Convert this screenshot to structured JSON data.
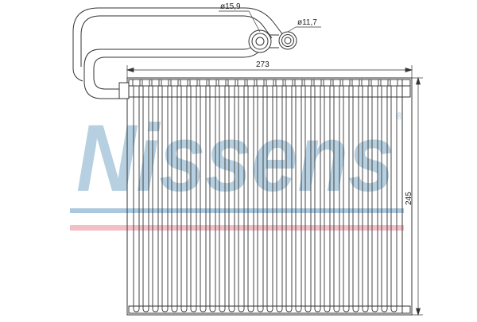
{
  "watermark": {
    "text": "Nissens",
    "registered_mark": "®",
    "color": "#aac8dc",
    "stripe_blue": "#9cc0da",
    "stripe_red": "#f2b3bd"
  },
  "dimensions": {
    "pipe_large": "ø15,9",
    "pipe_small": "ø11,7",
    "width": "273",
    "height": "245"
  },
  "drawing": {
    "line_color": "#333333",
    "fin_count": 28
  }
}
